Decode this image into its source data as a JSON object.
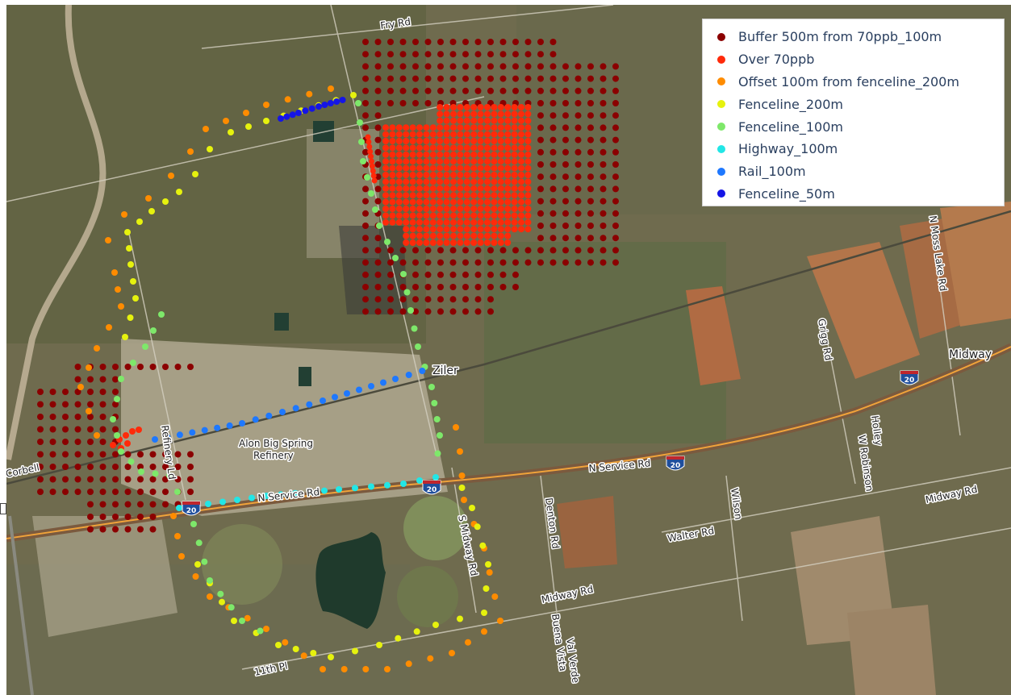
{
  "map": {
    "colors": {
      "buffer": "#8b0000",
      "over": "#ff2a0a",
      "offset": "#ff8c00",
      "fence200": "#e6f20e",
      "fence100": "#7ee86a",
      "highway": "#22e6e6",
      "rail": "#1e78ff",
      "fence50": "#1515e6"
    },
    "labels": {
      "fry_rd": "Fry Rd",
      "ziler": "Ziler",
      "refinery_line1": "Alon Big Spring",
      "refinery_line2": "Refinery",
      "refinery_ld": "Refinery Ld",
      "corbell": "Corbell",
      "n_service_rd_w": "N Service Rd",
      "n_service_rd_e": "N Service Rd",
      "s_midway_rd": "S Midway Rd",
      "denton_rd": "Denton Rd",
      "wilson": "Wilson",
      "walter_rd": "Walter Rd",
      "midway_rd": "Midway Rd",
      "midway_rd_e": "Midway Rd",
      "buena_vista": "Buena Vista",
      "val_verde": "Val Verde",
      "eleventh_pl": "11th Pl",
      "grigg_rd": "Grigg Rd",
      "n_moss_lake_rd": "N Moss Lake Rd",
      "midway": "Midway",
      "holley": "Holley",
      "w_robinson": "W Robinson"
    },
    "interstate": "20"
  },
  "legend": {
    "items": [
      {
        "label": "Buffer 500m from 70ppb_100m",
        "color": "#8b0000"
      },
      {
        "label": "Over 70ppb",
        "color": "#ff2a0a"
      },
      {
        "label": "Offset 100m from fenceline_200m",
        "color": "#ff8c00"
      },
      {
        "label": "Fenceline_200m",
        "color": "#e6f20e"
      },
      {
        "label": "Fenceline_100m",
        "color": "#7ee86a"
      },
      {
        "label": "Highway_100m",
        "color": "#22e6e6"
      },
      {
        "label": "Rail_100m",
        "color": "#1e78ff"
      },
      {
        "label": "Fenceline_50m",
        "color": "#1515e6"
      }
    ]
  }
}
